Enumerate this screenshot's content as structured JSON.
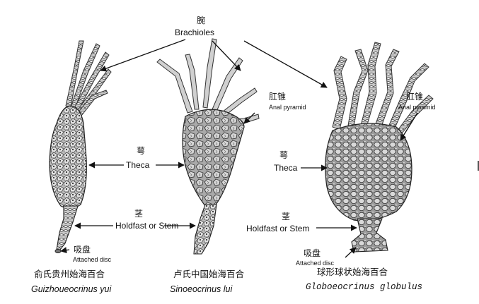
{
  "labels": {
    "brachioles_zh": "腕",
    "brachioles_en": "Brachioles",
    "anal1_zh": "肛锥",
    "anal1_en": "Anal pyramid",
    "anal2_zh": "肛锥",
    "anal2_en": "Anal pyramid",
    "theca1_zh": "萼",
    "theca1_en": "Theca",
    "theca2_zh": "萼",
    "theca2_en": "Theca",
    "stem1_zh": "茎",
    "stem1_en": "Holdfast or Stem",
    "stem2_zh": "茎",
    "stem2_en": "Holdfast or Stem",
    "disc1_zh": "吸盘",
    "disc1_en": "Attached disc",
    "disc2_zh": "吸盘",
    "disc2_en": "Attached disc"
  },
  "species": [
    {
      "zh": "俞氏贵州始海百合",
      "latin": "Guizhoueocrinus yui"
    },
    {
      "zh": "卢氏中国始海百合",
      "latin": "Sinoeocrinus lui"
    },
    {
      "zh": "球形球状始海百合",
      "latin": "Globoeocrinus globulus"
    }
  ]
}
